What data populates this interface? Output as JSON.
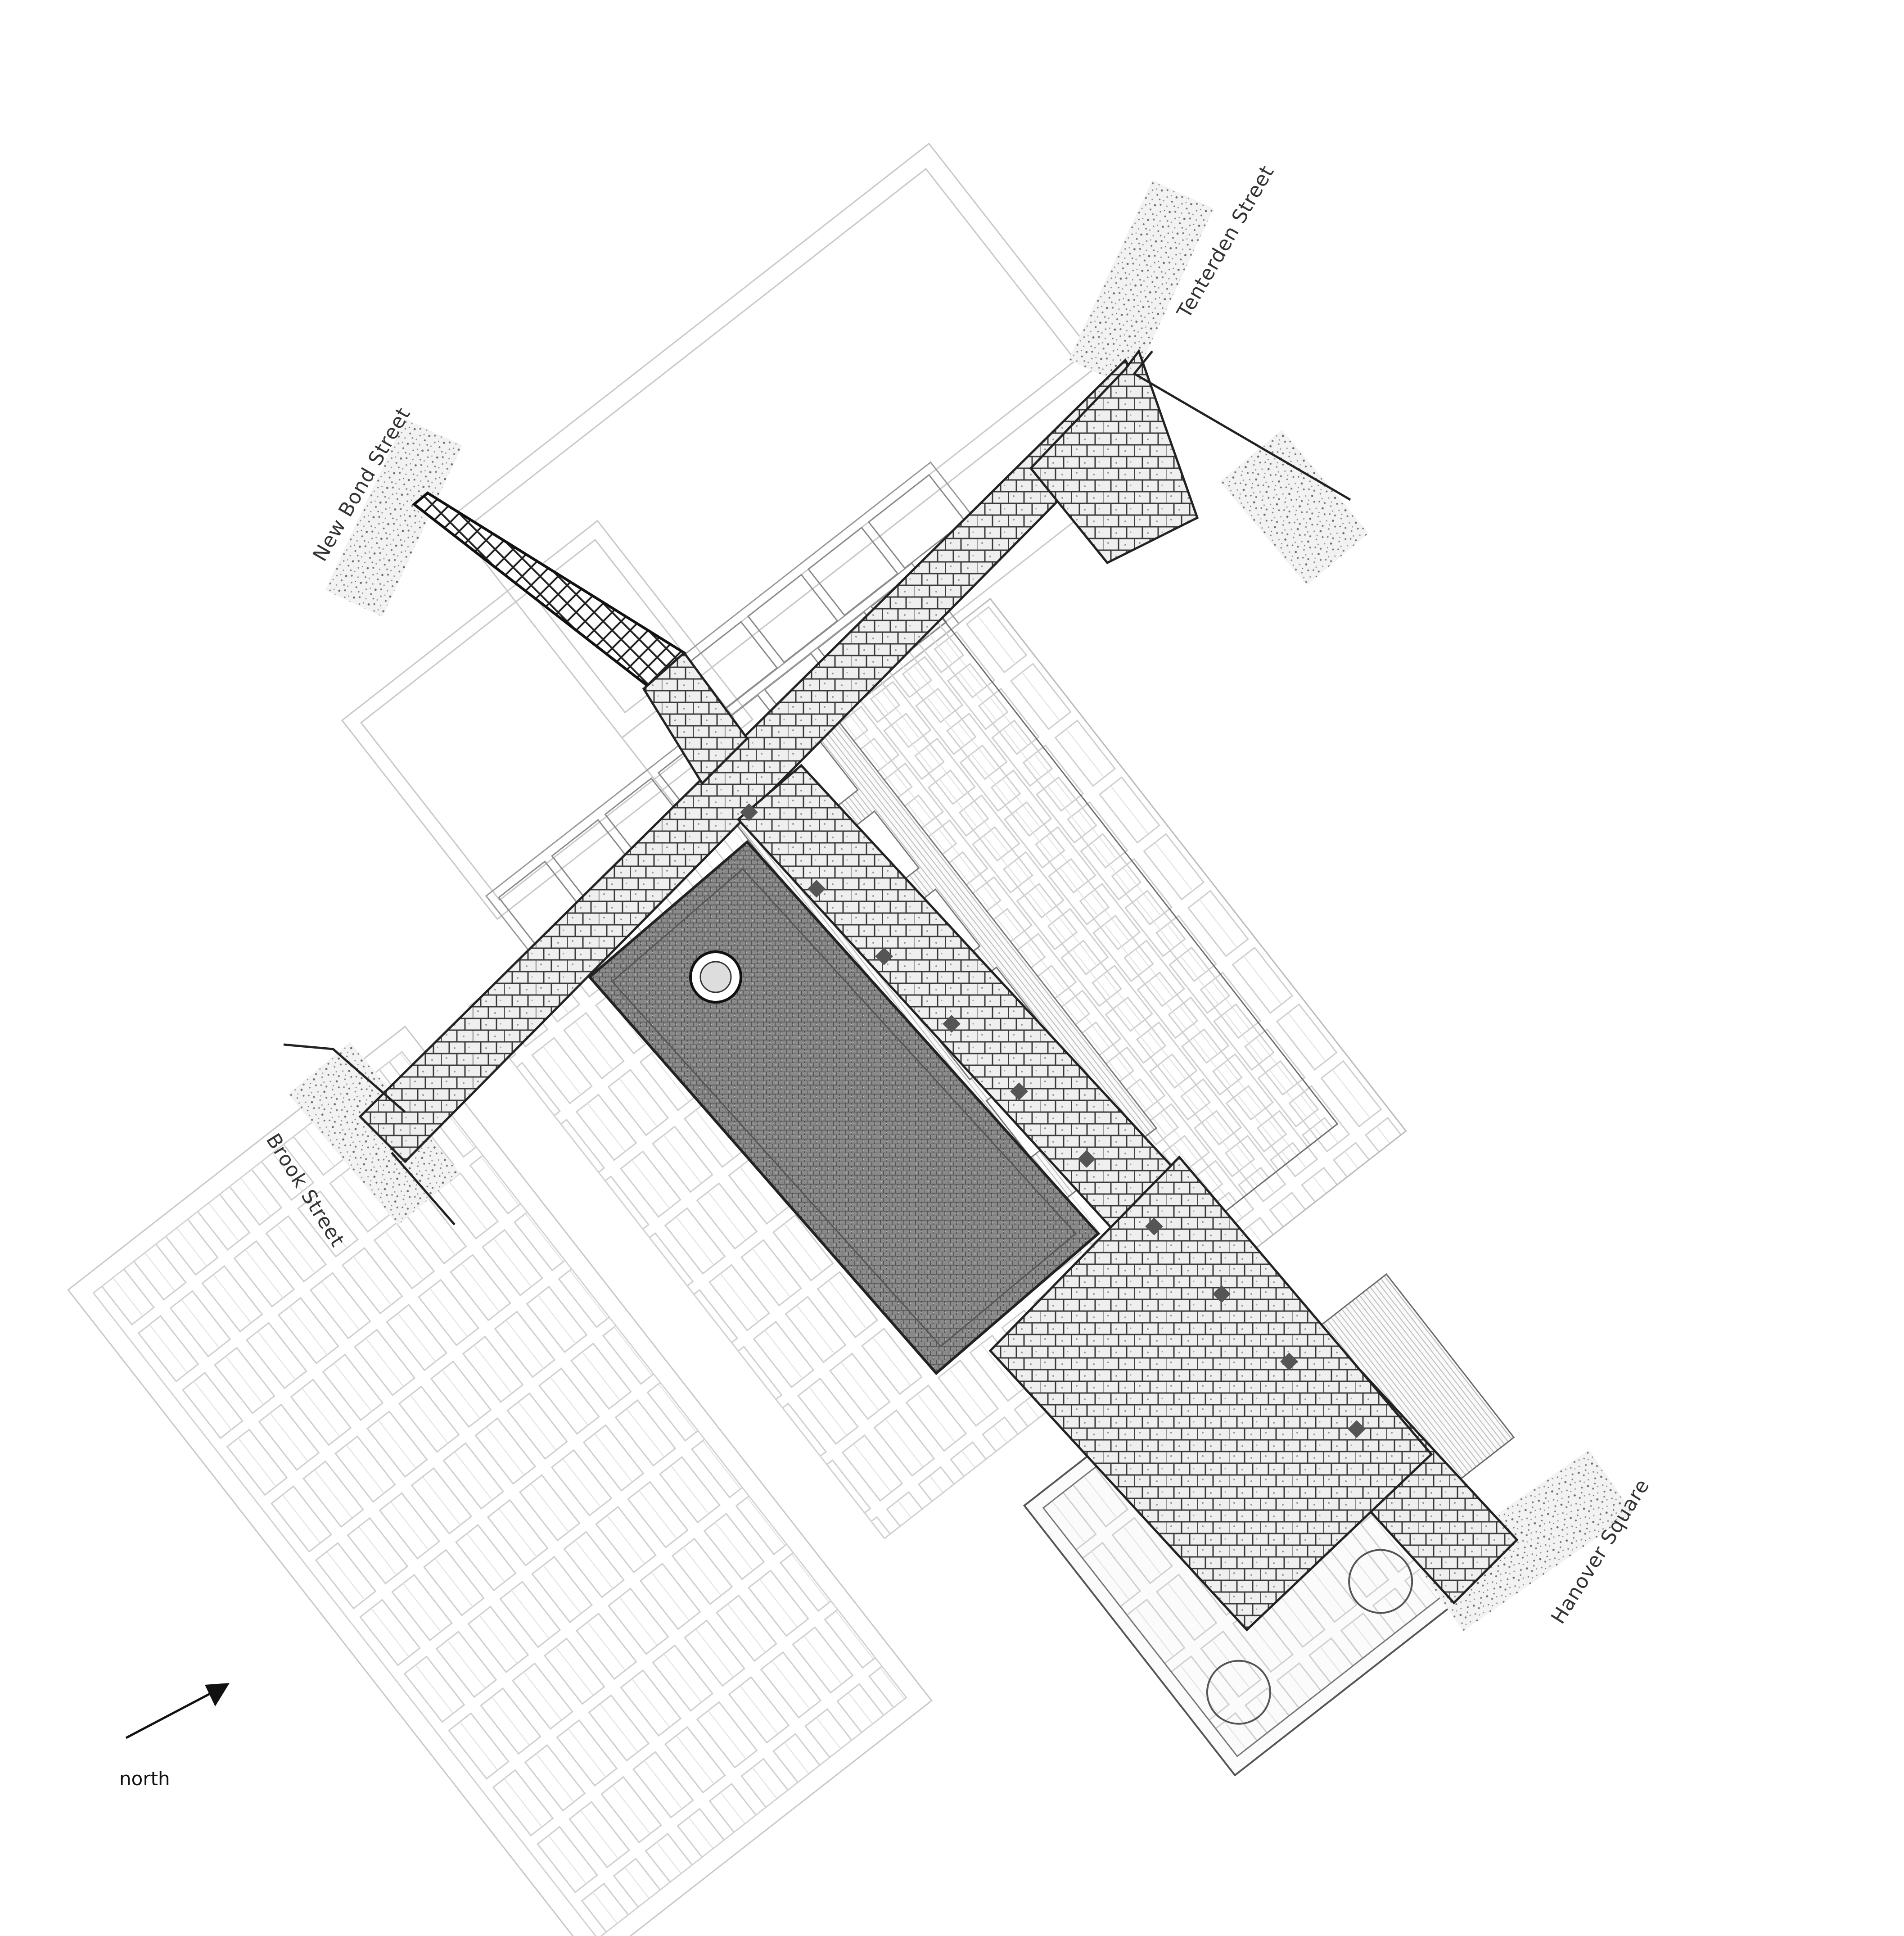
{
  "streets": {
    "new_bond": "New Bond Street",
    "tenterden": "Tenterden Street",
    "brook": "Brook Street",
    "hanover": "Hanover Square"
  },
  "north": {
    "label": "north"
  },
  "colors": {
    "paving_fill": "#eeeeee",
    "paving_stroke": "#3a3a3a",
    "courtyard_fill": "#7d7d7d",
    "ghost_lines": "#c8c8c8",
    "speckle": "#8c8c8c",
    "crosshatch": "#222222",
    "accent": "#555555"
  }
}
